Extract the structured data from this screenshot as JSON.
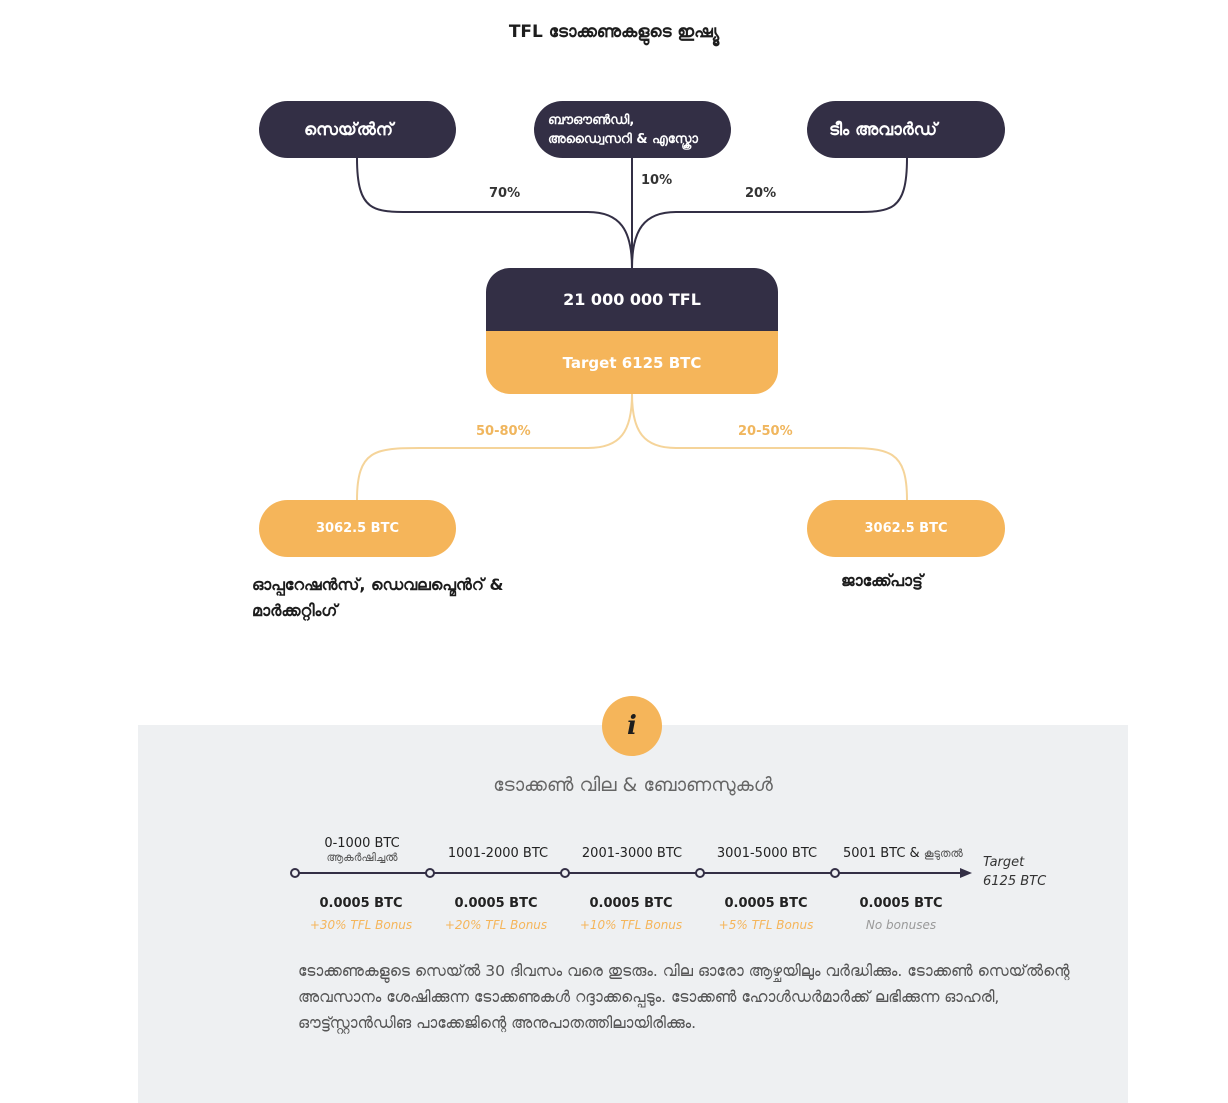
{
  "title": "TFL ടോക്കണുകളുടെ ഇഷ്യൂ",
  "sources": [
    {
      "label": "സെയ്ൽന്",
      "percent": "70%"
    },
    {
      "label": "ബൗഔൺഡി, അഡ്വൈസറി & എസ്ക്രോ",
      "percent": "10%"
    },
    {
      "label": "ടീം അവാർഡ്",
      "percent": "20%"
    }
  ],
  "hub": {
    "total": "21 000 000 TFL",
    "target": "Target 6125 BTC"
  },
  "outputs": [
    {
      "amount": "3062.5 BTC",
      "percent": "50-80%",
      "caption": "ഓപ്പറേഷൻസ്, ഡെവലപ്മെൻറ് & മാർക്കറ്റിംഗ്"
    },
    {
      "amount": "3062.5 BTC",
      "percent": "20-50%",
      "caption": "ജാക്ക്പോട്ട്"
    }
  ],
  "info": {
    "icon": "info-icon",
    "badge": "i",
    "title": "ടോക്കൺ വില & ബോണസുകൾ",
    "tiers": [
      {
        "range": "0-1000 BTC",
        "sub": "ആകർഷിച്ചൽ",
        "price": "0.0005 BTC",
        "bonus": "+30% TFL Bonus"
      },
      {
        "range": "1001-2000 BTC",
        "sub": "",
        "price": "0.0005 BTC",
        "bonus": "+20% TFL Bonus"
      },
      {
        "range": "2001-3000 BTC",
        "sub": "",
        "price": "0.0005 BTC",
        "bonus": "+10% TFL Bonus"
      },
      {
        "range": "3001-5000 BTC",
        "sub": "",
        "price": "0.0005 BTC",
        "bonus": "+5% TFL Bonus"
      },
      {
        "range": "5001 BTC &",
        "sub": "കൂടുതൽ",
        "price": "0.0005 BTC",
        "bonus": "No bonuses"
      }
    ],
    "target_line1": "Target",
    "target_line2": "6125 BTC",
    "paragraph": "ടോക്കണുകളുടെ സെയ്ൽ 30 ദിവസം വരെ തുടരും. വില ഓരോ ആഴ്ചയിലും വർദ്ധിക്കും. ടോക്കൺ സെയ്ൽന്റെ അവസാനം ശേഷിക്കുന്ന ടോക്കണുകൾ റദ്ദാക്കപ്പെടും. ടോക്കൺ ഹോൾഡർമാർക്ക് ലഭിക്കുന്ന ഓഹരി, ഔട്ട്സ്റ്റാൻഡിങ പാക്കേജിന്റെ അനുപാതത്തിലായിരിക്കും."
  },
  "colors": {
    "dark": "#332f45",
    "gold": "#f5b55a",
    "panel": "#eef0f2"
  }
}
